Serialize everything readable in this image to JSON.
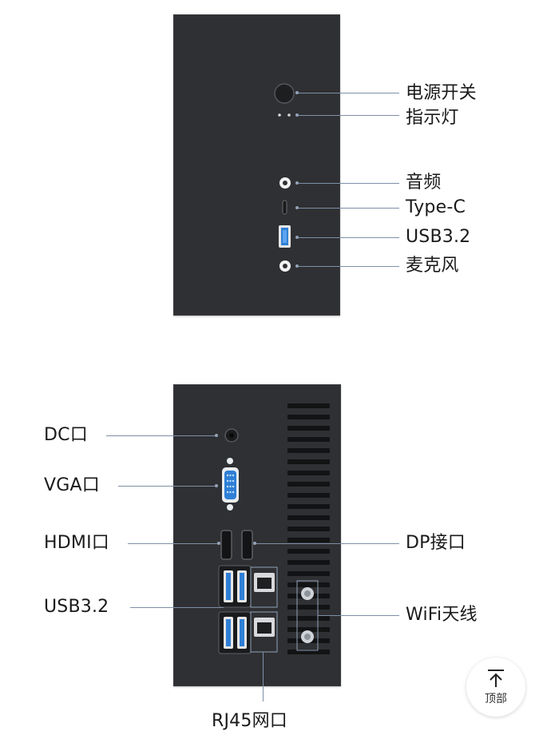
{
  "front": {
    "power_switch": "电源开关",
    "indicator": "指示灯",
    "audio": "音频",
    "type_c": "Type-C",
    "usb": "USB3.2",
    "mic": "麦克风"
  },
  "rear": {
    "dc": "DC口",
    "vga": "VGA口",
    "hdmi": "HDMI口",
    "dp": "DP接口",
    "usb": "USB3.2",
    "wifi": "WiFi天线",
    "rj45": "RJ45网口"
  },
  "back_to_top": {
    "icon": "arrow-up-bar-icon",
    "label": "顶部"
  },
  "colors": {
    "panel": "#2f3033",
    "leader_line": "#7d8fa6",
    "usb_blue": "#2f7fd6"
  }
}
